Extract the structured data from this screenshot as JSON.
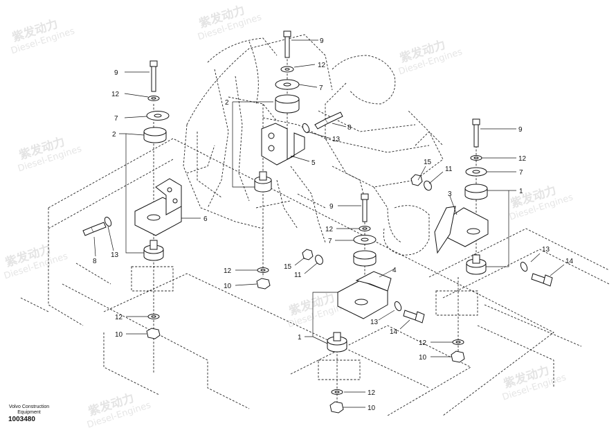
{
  "watermark": {
    "brand_cn": "紫发动力",
    "brand_en": "Diesel-Engines"
  },
  "footer": {
    "company_line1": "Volvo Construction",
    "company_line2": "Equipment",
    "drawing_code": "1003480"
  },
  "callouts": [
    {
      "id": "c-9-top",
      "label": "9"
    },
    {
      "id": "c-12-top",
      "label": "12"
    },
    {
      "id": "c-7-top",
      "label": "7"
    },
    {
      "id": "c-2-mid",
      "label": "2"
    },
    {
      "id": "c-8-mid",
      "label": "8"
    },
    {
      "id": "c-13-mid",
      "label": "13"
    },
    {
      "id": "c-5",
      "label": "5"
    },
    {
      "id": "c-9-left",
      "label": "9"
    },
    {
      "id": "c-12-left",
      "label": "12"
    },
    {
      "id": "c-7-left",
      "label": "7"
    },
    {
      "id": "c-2-left",
      "label": "2"
    },
    {
      "id": "c-6",
      "label": "6"
    },
    {
      "id": "c-8-left",
      "label": "8"
    },
    {
      "id": "c-13-left",
      "label": "13"
    },
    {
      "id": "c-9-right",
      "label": "9"
    },
    {
      "id": "c-12-right",
      "label": "12"
    },
    {
      "id": "c-7-right",
      "label": "7"
    },
    {
      "id": "c-1-right",
      "label": "1"
    },
    {
      "id": "c-15-right",
      "label": "15"
    },
    {
      "id": "c-11-right",
      "label": "11"
    },
    {
      "id": "c-3",
      "label": "3"
    },
    {
      "id": "c-9-center",
      "label": "9"
    },
    {
      "id": "c-12-center",
      "label": "12"
    },
    {
      "id": "c-7-center",
      "label": "7"
    },
    {
      "id": "c-15-center",
      "label": "15"
    },
    {
      "id": "c-11-center",
      "label": "11"
    },
    {
      "id": "c-4",
      "label": "4"
    },
    {
      "id": "c-12-ctrbot",
      "label": "12"
    },
    {
      "id": "c-10-ctrbot",
      "label": "10"
    },
    {
      "id": "c-12-leftbot",
      "label": "12"
    },
    {
      "id": "c-10-leftbot",
      "label": "10"
    },
    {
      "id": "c-13-right",
      "label": "13"
    },
    {
      "id": "c-14-right",
      "label": "14"
    },
    {
      "id": "c-13-center",
      "label": "13"
    },
    {
      "id": "c-14-center",
      "label": "14"
    },
    {
      "id": "c-1-center",
      "label": "1"
    },
    {
      "id": "c-12-rightbot",
      "label": "12"
    },
    {
      "id": "c-10-rightbot",
      "label": "10"
    },
    {
      "id": "c-12-bottom",
      "label": "12"
    },
    {
      "id": "c-10-bottom",
      "label": "10"
    }
  ]
}
